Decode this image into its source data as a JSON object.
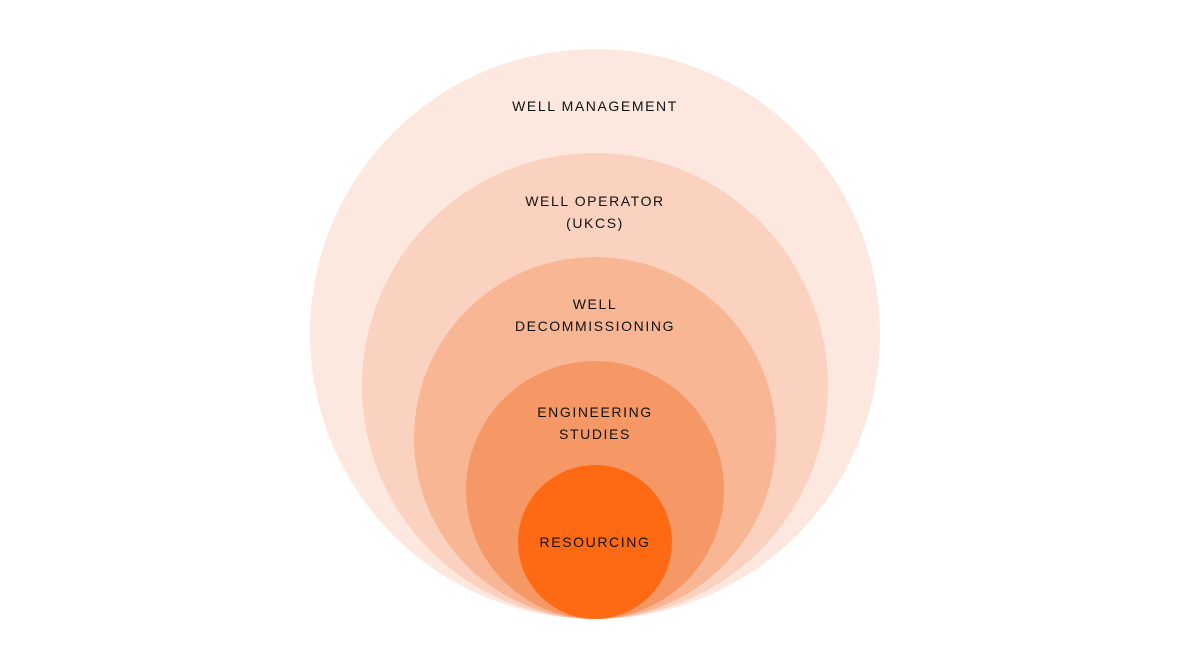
{
  "colors": {
    "ring_1": "#fce8de",
    "ring_2": "#fad2bf",
    "ring_3": "#f8b694",
    "ring_4": "#f69766",
    "ring_5": "#fe6a14"
  },
  "rings": [
    {
      "label": "WELL MANAGEMENT"
    },
    {
      "label": "WELL OPERATOR\n(UKCS)"
    },
    {
      "label": "WELL\nDECOMMISSIONING"
    },
    {
      "label": "ENGINEERING\nSTUDIES"
    },
    {
      "label": "RESOURCING"
    }
  ]
}
